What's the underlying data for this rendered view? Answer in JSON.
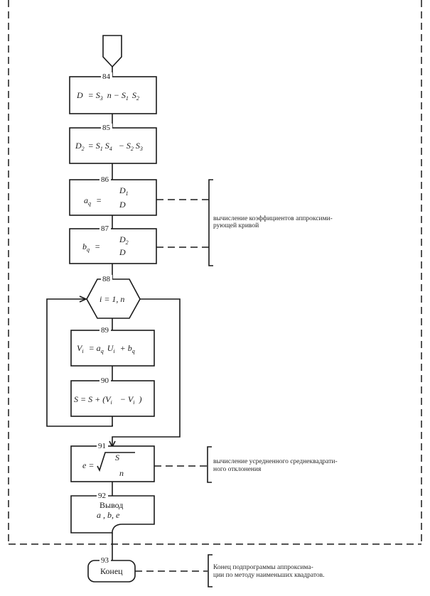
{
  "diagram": {
    "type": "flowchart",
    "language": "ru",
    "blocks": [
      {
        "id": "84",
        "kind": "process",
        "formula": "D = S3·n − S1·S2"
      },
      {
        "id": "85",
        "kind": "process",
        "formula": "D2 = S1·S4 − S2·S3"
      },
      {
        "id": "86",
        "kind": "process",
        "formula": "aq = D1 / D"
      },
      {
        "id": "87",
        "kind": "process",
        "formula": "bq = D2 / D"
      },
      {
        "id": "88",
        "kind": "loop",
        "formula": "i = 1, n"
      },
      {
        "id": "89",
        "kind": "process",
        "formula": "Vi = aq·Ui + bq"
      },
      {
        "id": "90",
        "kind": "process",
        "formula": "S = S + (Vi − Vi)"
      },
      {
        "id": "91",
        "kind": "process",
        "formula": "e = √(S / n)"
      },
      {
        "id": "92",
        "kind": "output",
        "label": "Вывод",
        "formula": "a, b, e"
      },
      {
        "id": "93",
        "kind": "terminator",
        "label": "Конец"
      }
    ],
    "labels": {
      "n84": "84",
      "n85": "85",
      "n86": "86",
      "n87": "87",
      "n88": "88",
      "n89": "89",
      "n90": "90",
      "n91": "91",
      "n92": "92",
      "n93": "93",
      "b84_D": "D",
      "b84_eq": "= S",
      "b84_s3": "3",
      "b84_n": "n − S",
      "b84_s1": "1",
      "b84_S": "S",
      "b84_s2": "2",
      "b85_D": "D",
      "b85_d2": "2",
      "b85_eq": "= S",
      "b85_s1": "1",
      "b85_S4": "S",
      "b85_s4": "4",
      "b85_minus": "− S",
      "b85_s2": "2",
      "b85_S3": "S",
      "b85_s3": "3",
      "b86_a": "a",
      "b86_q": "q",
      "b86_eq": "=",
      "b86_num": "D",
      "b86_num_sub": "1",
      "b86_den": "D",
      "b87_b": "b",
      "b87_q": "q",
      "b87_eq": "=",
      "b87_num": "D",
      "b87_num_sub": "2",
      "b87_den": "D",
      "b88_text": "i = 1, n",
      "b89_V": "V",
      "b89_i": "i",
      "b89_eq": "= a",
      "b89_q": "q",
      "b89_U": "U",
      "b89_ui": "i",
      "b89_plus": "+ b",
      "b89_bq": "q",
      "b90_text": "S = S + (V",
      "b90_i1": "i",
      "b90_mid": "− V",
      "b90_i2": "i",
      "b90_end": ")",
      "b91_e": "e =",
      "b91_S": "S",
      "b91_n": "n",
      "b92_label": "Вывод",
      "b92_vars": "a , b, e",
      "b93_label": "Конец"
    },
    "comments": {
      "coeffs_line1": "вычисление коэффициентов аппроксими-",
      "coeffs_line2": "рующей кривой",
      "rms_line1": "вычисление усредненного среднеквадрати-",
      "rms_line2": "ного отклонения",
      "end_line1": "Конец подпрограммы аппроксима-",
      "end_line2": "ции по методу наименьших квадратов."
    }
  }
}
